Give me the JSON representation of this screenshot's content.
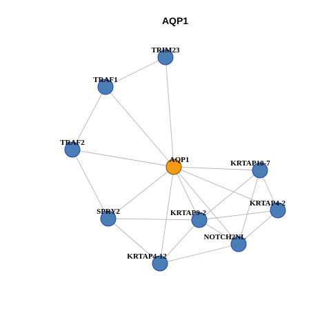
{
  "title": "AQP1",
  "colors": {
    "center_fill": "#f39c12",
    "center_stroke": "#7a4b00",
    "node_fill": "#4a7fb5",
    "node_stroke": "#1f3fbf",
    "edge": "#b3b3b3",
    "background": "#ffffff"
  },
  "nodes": [
    {
      "id": "AQP1",
      "label": "AQP1",
      "center": true
    },
    {
      "id": "TRIM23",
      "label": "TRIM23"
    },
    {
      "id": "TRAF1",
      "label": "TRAF1"
    },
    {
      "id": "TRAF2",
      "label": "TRAF2"
    },
    {
      "id": "KRTAP10-7",
      "label": "KRTAP10-7"
    },
    {
      "id": "KRTAP4-2",
      "label": "KRTAP4-2"
    },
    {
      "id": "SPRY2",
      "label": "SPRY2"
    },
    {
      "id": "KRTAP9-2",
      "label": "KRTAP9-2"
    },
    {
      "id": "NOTCH2NL",
      "label": "NOTCH2NL"
    },
    {
      "id": "KRTAP4-12",
      "label": "KRTAP4-12"
    }
  ],
  "edges": [
    [
      "TRIM23",
      "TRAF1"
    ],
    [
      "TRIM23",
      "AQP1"
    ],
    [
      "TRAF1",
      "AQP1"
    ],
    [
      "TRAF1",
      "TRAF2"
    ],
    [
      "TRAF2",
      "AQP1"
    ],
    [
      "TRAF2",
      "SPRY2"
    ],
    [
      "AQP1",
      "KRTAP10-7"
    ],
    [
      "AQP1",
      "KRTAP4-2"
    ],
    [
      "AQP1",
      "SPRY2"
    ],
    [
      "AQP1",
      "KRTAP9-2"
    ],
    [
      "AQP1",
      "NOTCH2NL"
    ],
    [
      "AQP1",
      "KRTAP4-12"
    ],
    [
      "KRTAP10-7",
      "KRTAP9-2"
    ],
    [
      "KRTAP10-7",
      "KRTAP4-2"
    ],
    [
      "KRTAP10-7",
      "NOTCH2NL"
    ],
    [
      "KRTAP4-2",
      "KRTAP9-2"
    ],
    [
      "KRTAP4-2",
      "NOTCH2NL"
    ],
    [
      "SPRY2",
      "KRTAP9-2"
    ],
    [
      "SPRY2",
      "KRTAP4-12"
    ],
    [
      "KRTAP9-2",
      "KRTAP4-12"
    ],
    [
      "KRTAP9-2",
      "NOTCH2NL"
    ],
    [
      "NOTCH2NL",
      "KRTAP4-12"
    ]
  ]
}
